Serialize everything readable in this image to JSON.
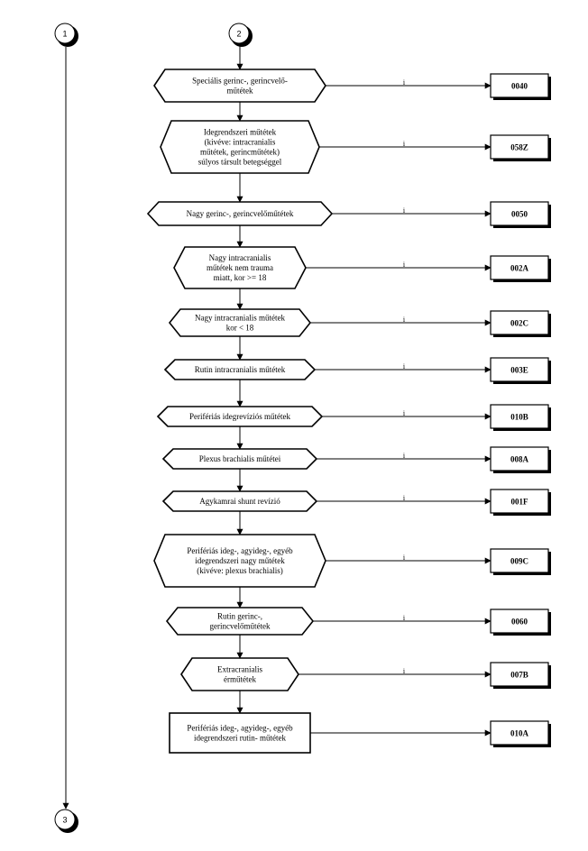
{
  "connectors": {
    "left_top": "1",
    "center_top": "2",
    "left_bottom": "3"
  },
  "branch_label": "i",
  "nodes": [
    {
      "shape": "hex",
      "lines": [
        "Speciális  gerinc-, gerincvelő-",
        "műtétek"
      ],
      "code": "0040"
    },
    {
      "shape": "hex",
      "lines": [
        "Idegrendszeri műtétek",
        "(kivéve: intracranialis",
        "műtétek, gerincműtétek)",
        "súlyos társult betegséggel"
      ],
      "code": "058Z"
    },
    {
      "shape": "hex",
      "lines": [
        "Nagy gerinc-, gerincvelőműtétek"
      ],
      "code": "0050"
    },
    {
      "shape": "hex",
      "lines": [
        "Nagy intracranialis",
        "műtétek nem  trauma",
        "miatt, kor >= 18"
      ],
      "code": "002A"
    },
    {
      "shape": "hex",
      "lines": [
        "Nagy intracranialis műtétek",
        "kor < 18"
      ],
      "code": "002C"
    },
    {
      "shape": "hex",
      "lines": [
        "Rutin intracranialis műtétek"
      ],
      "code": "003E"
    },
    {
      "shape": "hex",
      "lines": [
        "Perifériás idegrevíziós műtétek"
      ],
      "code": "010B"
    },
    {
      "shape": "hex",
      "lines": [
        "Plexus brachialis  műtétei"
      ],
      "code": "008A"
    },
    {
      "shape": "hex",
      "lines": [
        "Agykamrai shunt revízió"
      ],
      "code": "001F"
    },
    {
      "shape": "hex",
      "lines": [
        "Perifériás ideg-, agyideg-, egyéb",
        "idegrendszeri nagy műtétek",
        "(kivéve: plexus brachialis)"
      ],
      "code": "009C"
    },
    {
      "shape": "hex",
      "lines": [
        "Rutin gerinc-,",
        "gerincvelőműtétek"
      ],
      "code": "0060"
    },
    {
      "shape": "hex",
      "lines": [
        "Extracranialis",
        "érműtétek"
      ],
      "code": "007B"
    },
    {
      "shape": "rect",
      "lines": [
        "Perifériás ideg-, agyideg-, egyéb",
        "idegrendszeri rutin- műtétek"
      ],
      "code": "010A"
    }
  ]
}
